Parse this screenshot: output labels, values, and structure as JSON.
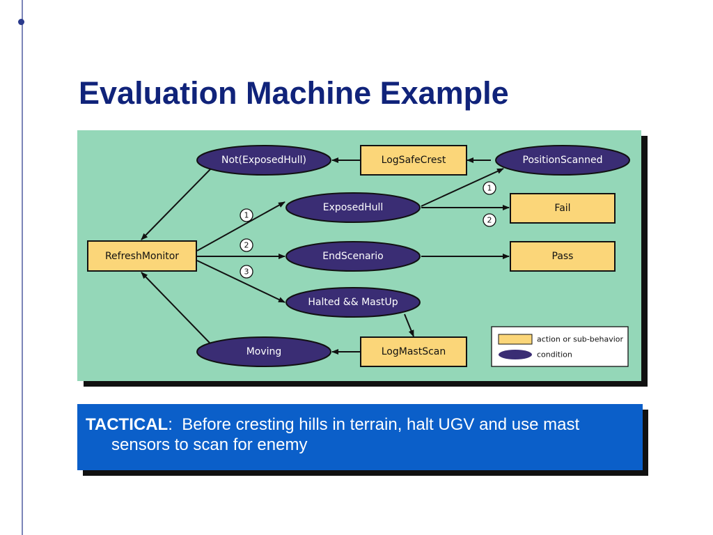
{
  "slide": {
    "title": "Evaluation Machine Example"
  },
  "diagram": {
    "colors": {
      "panel": "#94d7b8",
      "action_fill": "#fbd679",
      "condition_fill": "#3a2d74",
      "stroke": "#111111"
    },
    "nodes": {
      "not_exposed_hull": "Not(ExposedHull)",
      "log_safe_crest": "LogSafeCrest",
      "position_scanned": "PositionScanned",
      "exposed_hull": "ExposedHull",
      "fail": "Fail",
      "refresh_monitor": "RefreshMonitor",
      "end_scenario": "EndScenario",
      "pass": "Pass",
      "halted_mast_up": "Halted && MastUp",
      "moving": "Moving",
      "log_mast_scan": "LogMastScan"
    },
    "badges": {
      "refresh_to_exposed": "1",
      "refresh_to_end": "2",
      "refresh_to_halted": "3",
      "exposed_to_position": "1",
      "exposed_to_fail": "2"
    },
    "legend": {
      "action_label": "action or sub-behavior",
      "condition_label": "condition"
    }
  },
  "callout": {
    "label": "TACTICAL",
    "separator": ":",
    "text": "Before cresting hills in terrain, halt UGV and use mast sensors to scan for enemy"
  }
}
